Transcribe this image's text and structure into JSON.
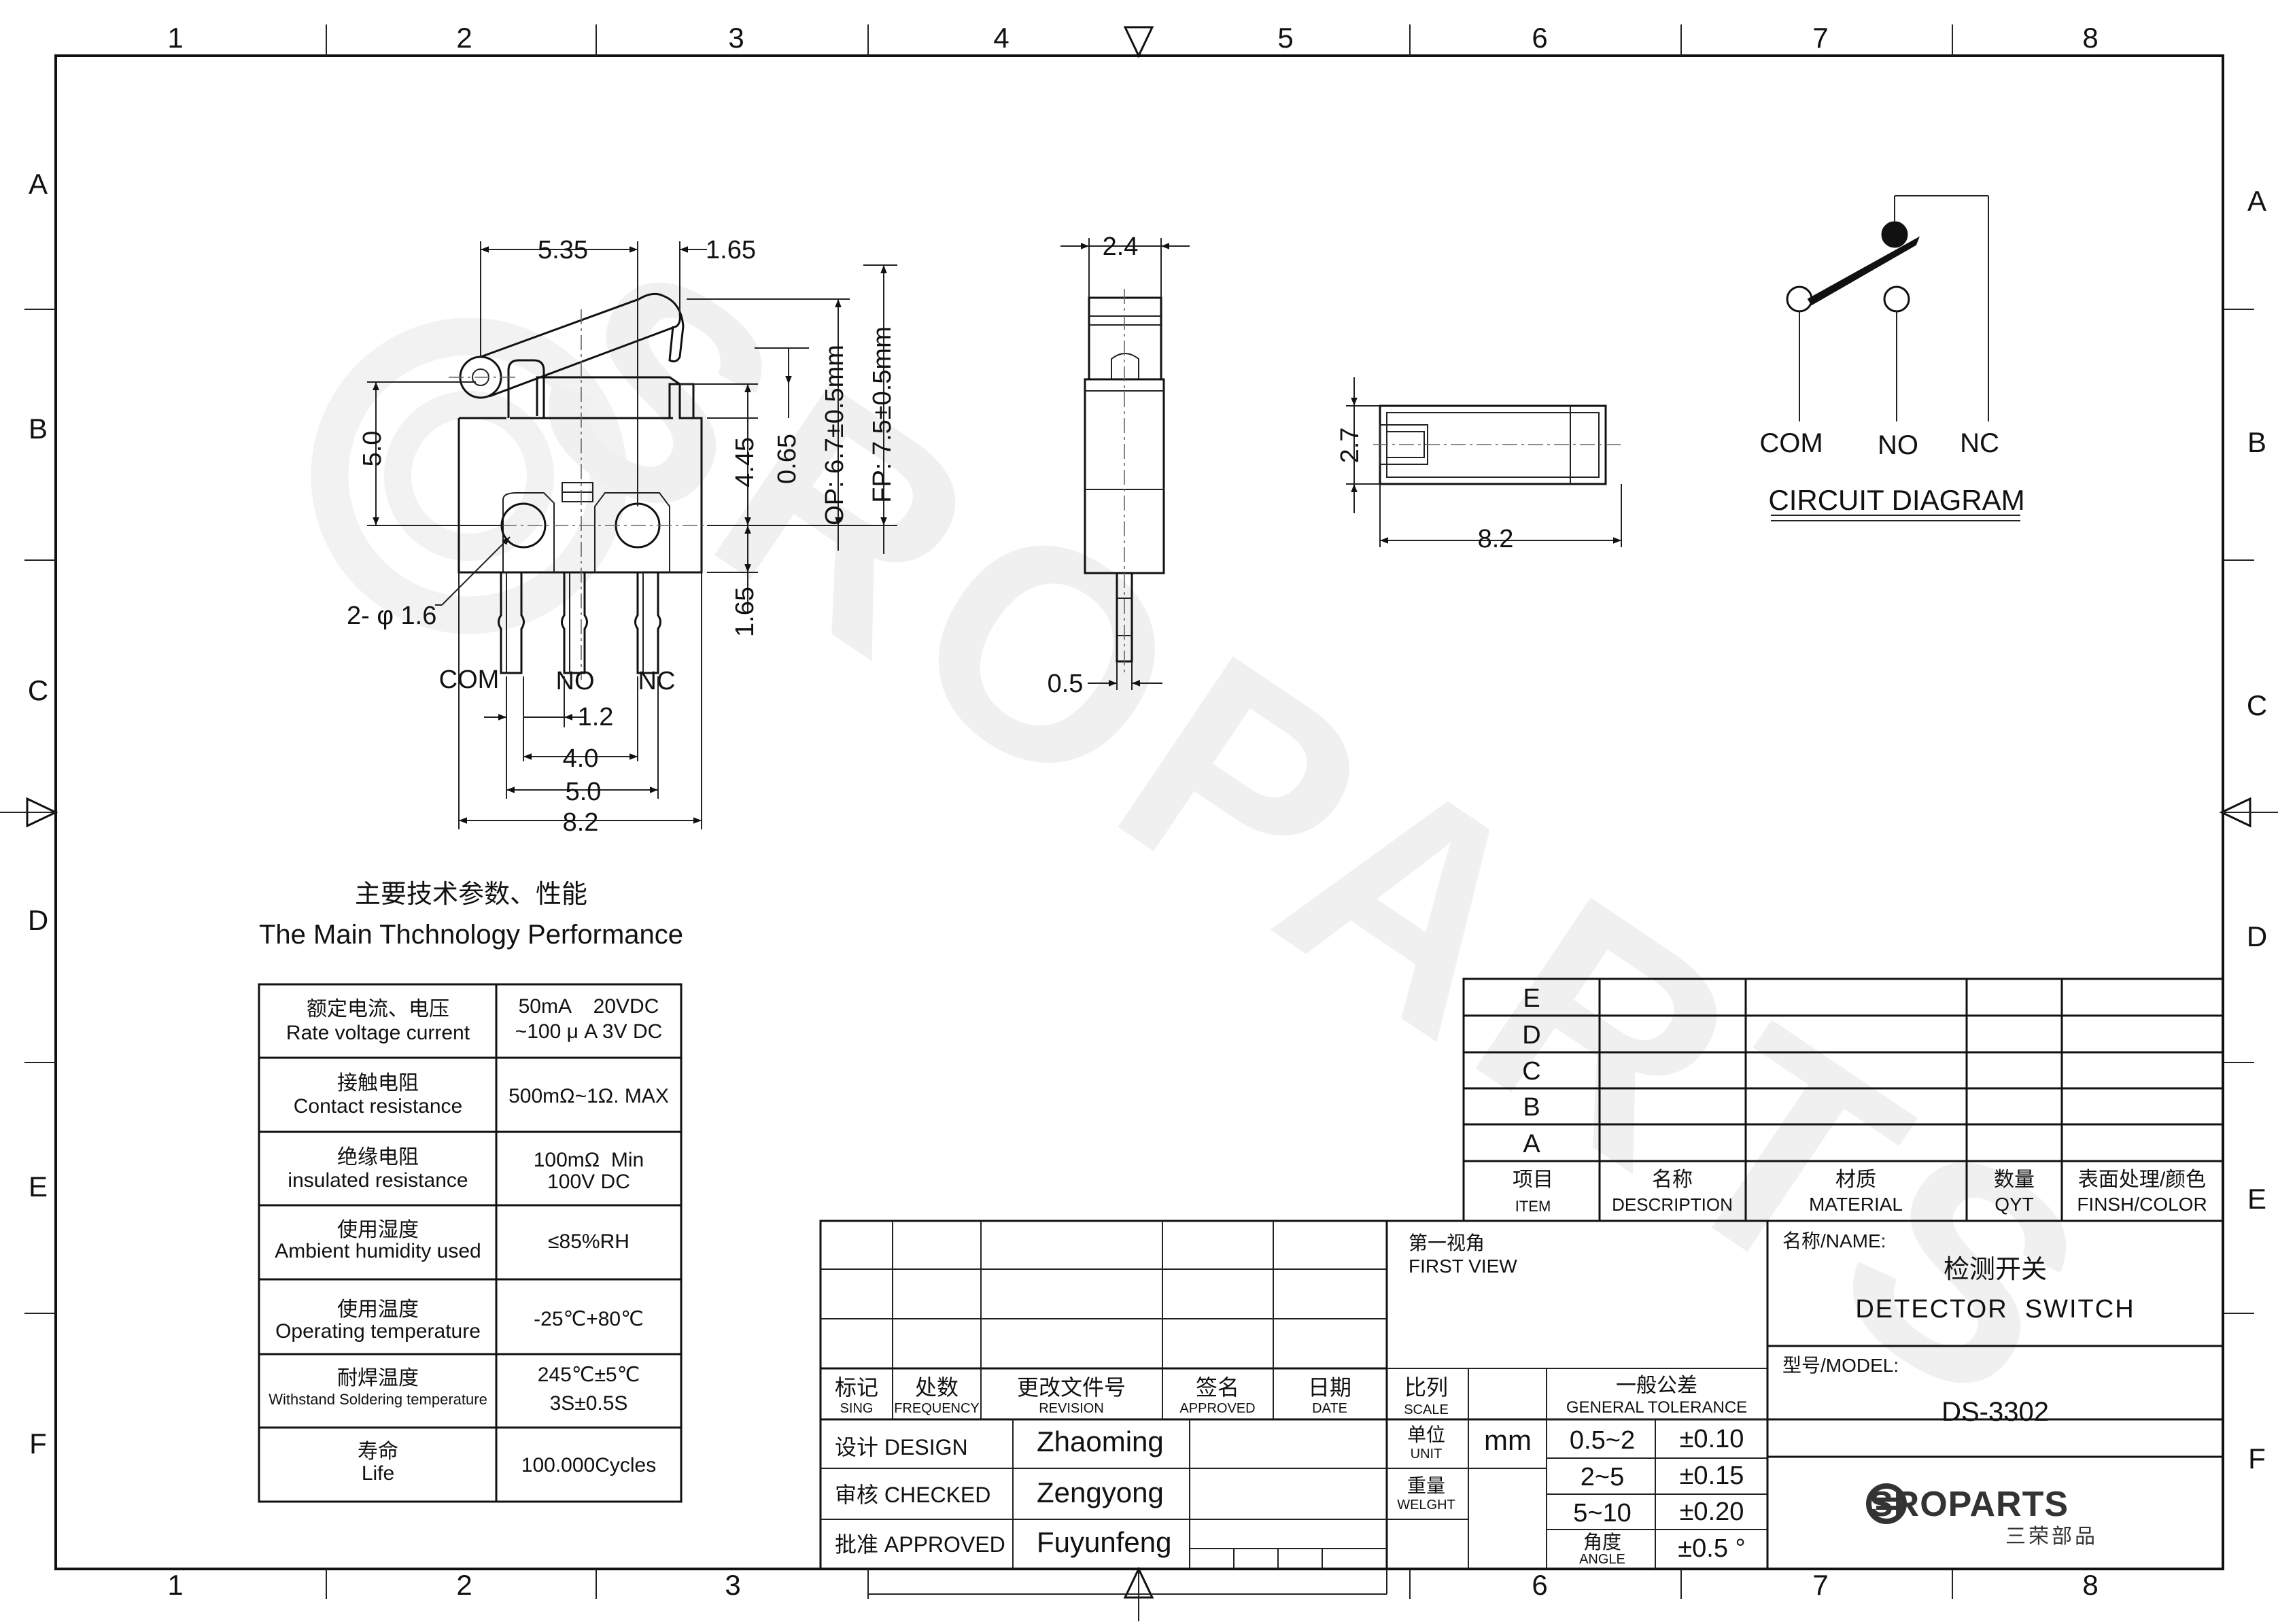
{
  "frame": {
    "columns": [
      "1",
      "2",
      "3",
      "4",
      "5",
      "6",
      "7",
      "8"
    ],
    "rows": [
      "A",
      "B",
      "C",
      "D",
      "E",
      "F"
    ]
  },
  "front_view": {
    "dims": {
      "d535": "5.35",
      "d165_top": "1.65",
      "d50_left": "5.0",
      "d445": "4.45",
      "d065": "0.65",
      "op": "OP: 6.7±0.5mm",
      "fp": "FP: 7.5±0.5mm",
      "hole": "2- φ 1.6",
      "d165_side": "1.65",
      "d12": "1.2",
      "d40": "4.0",
      "d50_bottom": "5.0",
      "d82": "8.2"
    },
    "pins": {
      "com": "COM",
      "no": "NO",
      "nc": "NC"
    }
  },
  "side_view": {
    "d24": "2.4",
    "d05": "0.5"
  },
  "bottom_view": {
    "d27": "2.7",
    "d82": "8.2"
  },
  "circuit": {
    "com": "COM",
    "no": "NO",
    "nc": "NC",
    "title": "CIRCUIT DIAGRAM"
  },
  "specs": {
    "title_cn": "主要技术参数、性能",
    "title_en": "The Main Thchnology Performance",
    "rows": [
      {
        "cn": "额定电流、电压",
        "en": "Rate voltage current",
        "v1": "50mA    20VDC",
        "v2": "~100 μ A 3V DC"
      },
      {
        "cn": "接触电阻",
        "en": "Contact resistance",
        "v1": "500mΩ~1Ω. MAX",
        "v2": ""
      },
      {
        "cn": "绝缘电阻",
        "en": "insulated resistance",
        "v1": "100mΩ  Min",
        "v2": "100V DC"
      },
      {
        "cn": "使用湿度",
        "en": "Ambient humidity used",
        "v1": "≤85%RH",
        "v2": ""
      },
      {
        "cn": "使用温度",
        "en": "Operating temperature",
        "v1": "-25℃+80℃",
        "v2": ""
      },
      {
        "cn": "耐焊温度",
        "en": "Withstand Soldering temperature",
        "v1": "245℃±5℃",
        "v2": "3S±0.5S"
      },
      {
        "cn": "寿命",
        "en": "Life",
        "v1": "100.000Cycles",
        "v2": ""
      }
    ]
  },
  "bom": {
    "letters": [
      "E",
      "D",
      "C",
      "B",
      "A"
    ],
    "headers": [
      {
        "cn": "项目",
        "en": "ITEM"
      },
      {
        "cn": "名称",
        "en": "DESCRIPTION"
      },
      {
        "cn": "材质",
        "en": "MATERIAL"
      },
      {
        "cn": "数量",
        "en": "QYT"
      },
      {
        "cn": "表面处理/颜色",
        "en": "FINSH/COLOR"
      }
    ]
  },
  "revision": {
    "headers": [
      {
        "cn": "标记",
        "en": "SING"
      },
      {
        "cn": "处数",
        "en": "FREQUENCY"
      },
      {
        "cn": "更改文件号",
        "en": "REVISION"
      },
      {
        "cn": "签名",
        "en": "APPROVED"
      },
      {
        "cn": "日期",
        "en": "DATE"
      }
    ]
  },
  "signoff": [
    {
      "label": "设计 DESIGN",
      "name": "Zhaoming"
    },
    {
      "label": "审核 CHECKED",
      "name": "Zengyong"
    },
    {
      "label": "批准 APPROVED",
      "name": "Fuyunfeng"
    }
  ],
  "view": {
    "cn": "第一视角",
    "en": "FIRST VIEW"
  },
  "scale": {
    "cn": "比列",
    "en": "SCALE"
  },
  "unit": {
    "cn": "单位",
    "en": "UNIT",
    "value": "mm"
  },
  "weight": {
    "cn": "重量",
    "en": "WELGHT"
  },
  "tolerance": {
    "title_cn": "一般公差",
    "title_en": "GENERAL TOLERANCE",
    "rows": [
      {
        "range": "0.5~2",
        "value": "±0.10"
      },
      {
        "range": "2~5",
        "value": "±0.15"
      },
      {
        "range": "5~10",
        "value": "±0.20"
      }
    ],
    "angle_cn": "角度",
    "angle_en": "ANGLE",
    "angle_value": "±0.5 °"
  },
  "title_block": {
    "name_label": "名称/NAME:",
    "name_cn": "检测开关",
    "name_en": "DETECTOR  SWITCH",
    "model_label": "型号/MODEL:",
    "model": "DS-3302"
  },
  "logo": {
    "text": "SROPARTS",
    "sub": "三荣部品"
  },
  "watermark": "SROPARTS"
}
